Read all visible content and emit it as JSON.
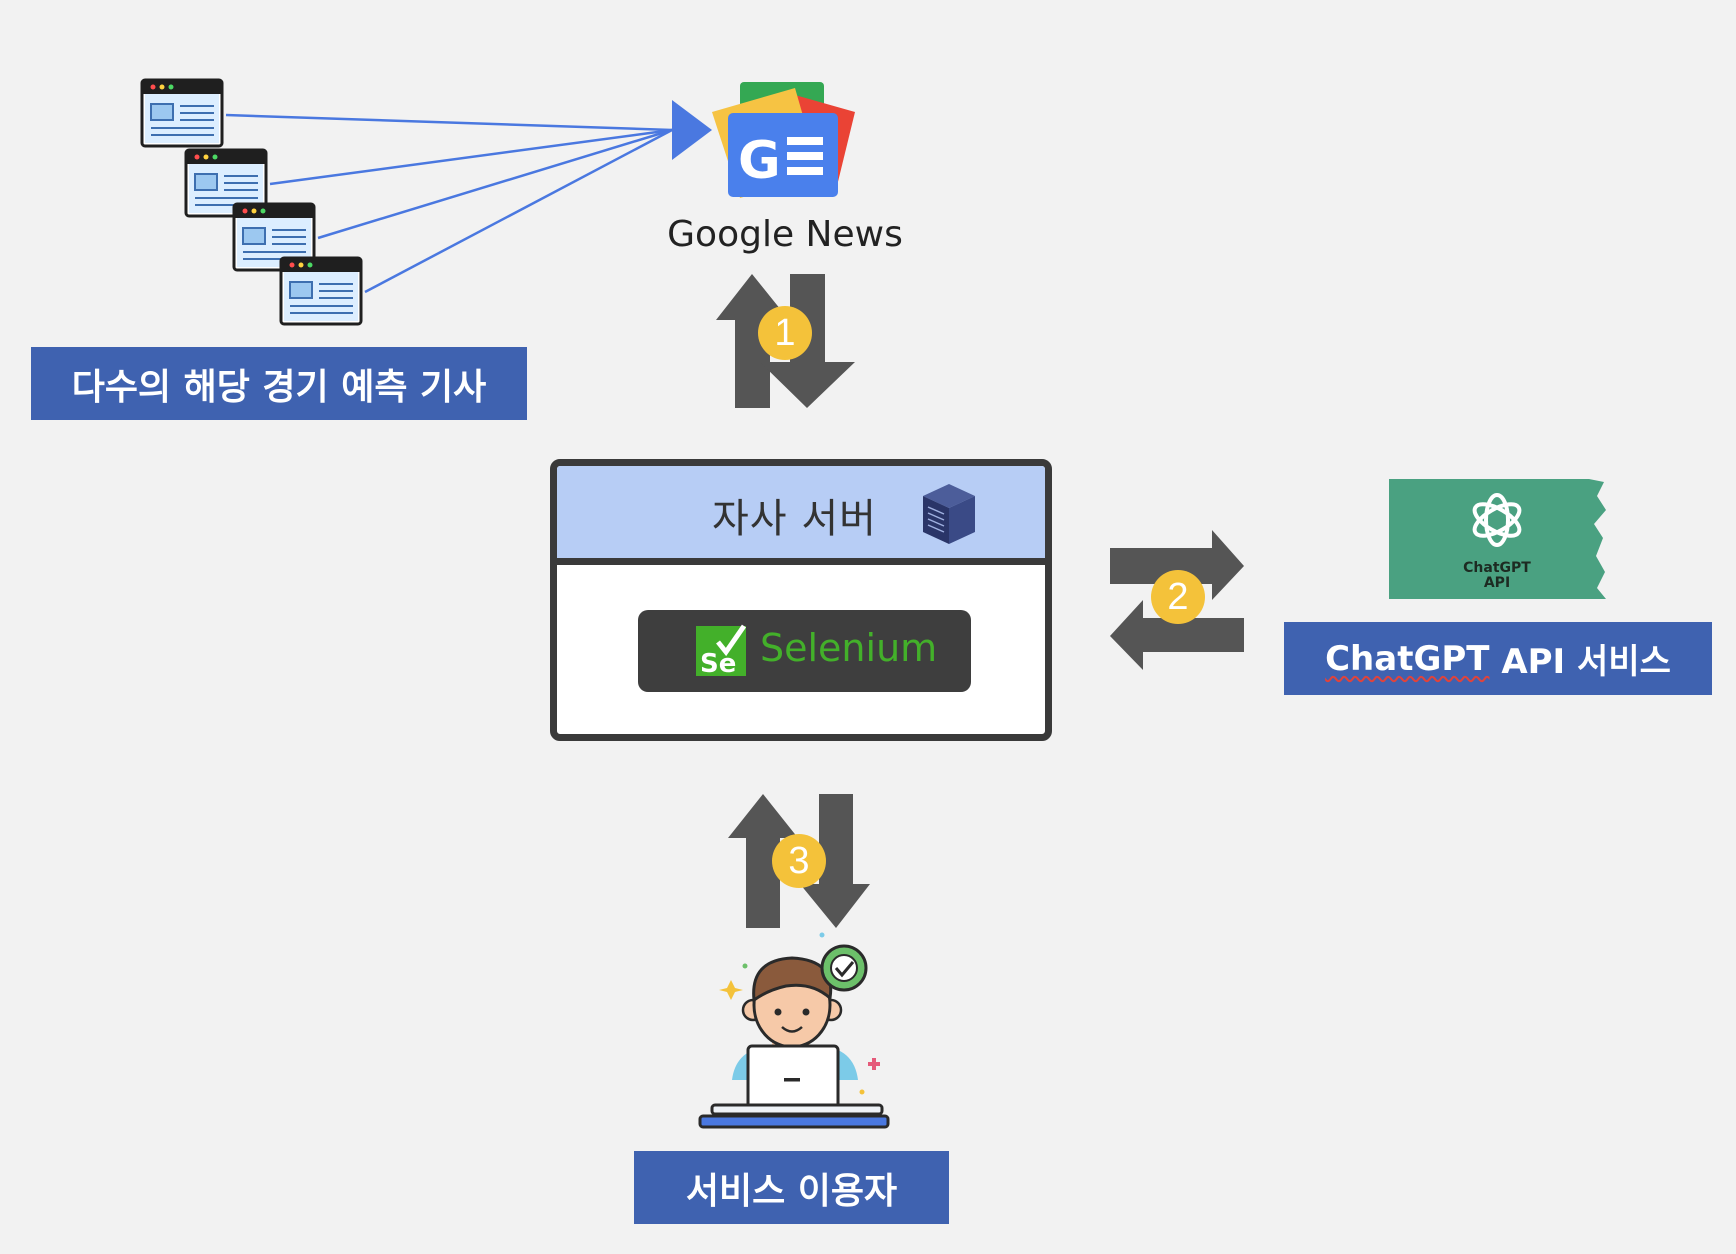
{
  "articles_label": "다수의 해당 경기 예측 기사",
  "google_news": {
    "name": "Google News"
  },
  "server": {
    "title": "자사 서버",
    "tool": "Selenium",
    "tool_logo_text": "Se"
  },
  "chatgpt": {
    "logo_line1": "ChatGPT",
    "logo_line2": "API",
    "label_prefix": "ChatGPT",
    "label_suffix": " API 서비스"
  },
  "user_label": "서비스 이용자",
  "steps": [
    "1",
    "2",
    "3"
  ],
  "colors": {
    "label_bg": "#3f62b0",
    "arrow": "#555555",
    "step_badge": "#f4c23a",
    "connector": "#4a78e0",
    "server_header": "#b7cdf5",
    "selenium_green": "#43b02a",
    "chatgpt_green": "#4aa181"
  },
  "icons": [
    "browser-window-icon",
    "google-news-icon",
    "server-rack-icon",
    "selenium-logo-icon",
    "chatgpt-logo-icon",
    "user-laptop-icon",
    "check-badge-icon"
  ]
}
